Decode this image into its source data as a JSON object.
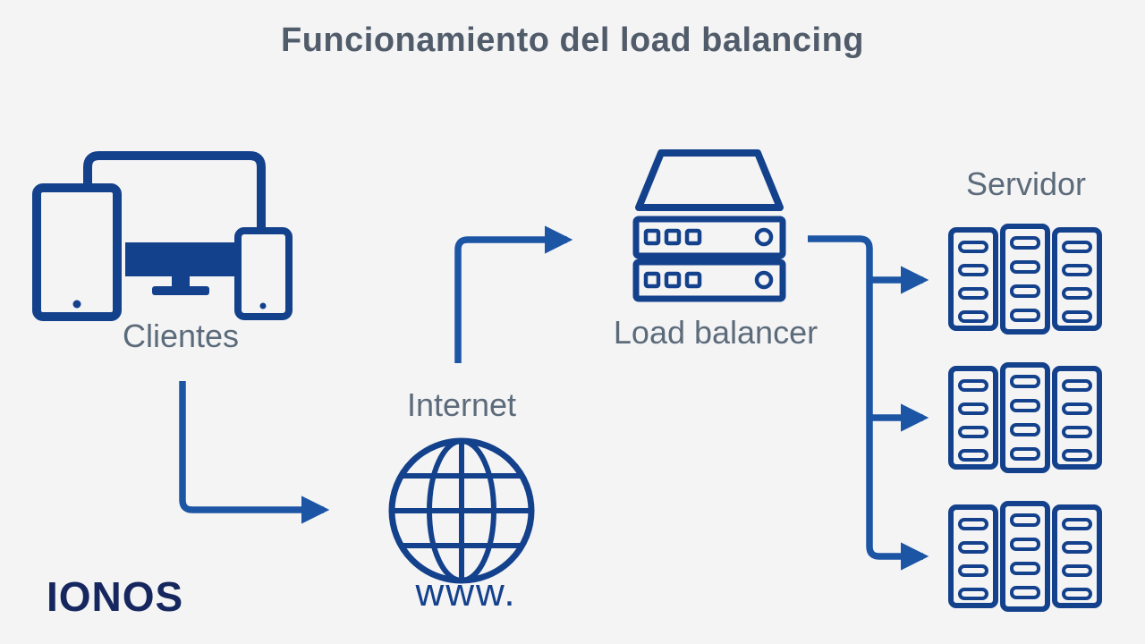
{
  "title": "Funcionamiento del load balancing",
  "labels": {
    "clients": "Clientes",
    "internet": "Internet",
    "www": "www.",
    "load_balancer": "Load balancer",
    "server": "Servidor"
  },
  "logo": {
    "text": "IONOS"
  },
  "icons": [
    "clients-devices-icon",
    "globe-icon",
    "load-balancer-icon",
    "server-rack-icon"
  ],
  "colors": {
    "background": "#f4f4f5",
    "icon_blue": "#14418c",
    "arrow_blue": "#1b55a4",
    "title_gray": "#515c6a",
    "label_gray": "#5c6b7a",
    "logo_navy": "#16275f"
  }
}
